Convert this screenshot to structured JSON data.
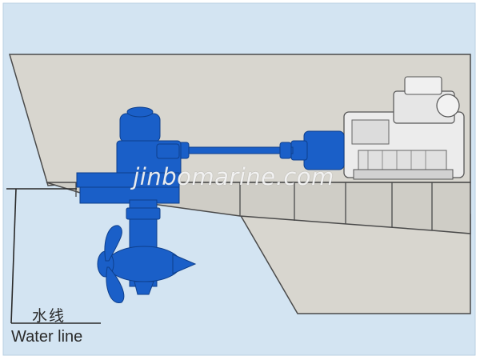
{
  "labels": {
    "waterline_cn": "水线",
    "waterline_en": "Water line"
  },
  "watermark": "jinbomarine.com",
  "colors": {
    "water": "#d3e4f2",
    "hull": "#d8d6d0",
    "hull_line": "#4a4a4a",
    "equipment": "#1a5fc8",
    "engine": "#ececec"
  }
}
